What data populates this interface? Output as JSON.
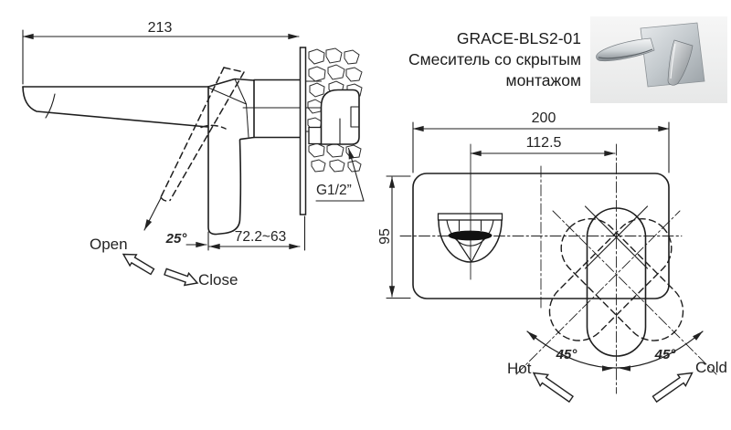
{
  "header": {
    "model": "GRACE-BLS2-01",
    "description_lines": [
      "Смеситель со скрытым",
      "монтажом"
    ]
  },
  "side_view": {
    "dim_total_length": "213",
    "dim_mounting_depth": "72.2~63",
    "open_angle": "25°",
    "label_open": "Open",
    "label_close": "Close",
    "thread_label": "G1/2”"
  },
  "front_view": {
    "dim_plate_width": "200",
    "dim_spout_to_handle": "112.5",
    "dim_plate_height": "95",
    "hot_angle": "45°",
    "cold_angle": "45°",
    "label_hot": "Hot",
    "label_cold": "Cold"
  },
  "icons": {
    "open_arrow": "outline-arrow-up-left",
    "close_arrow": "outline-arrow-down-right",
    "hot_arrow": "outline-arrow-up-left",
    "cold_arrow": "outline-arrow-up-right"
  },
  "colors": {
    "line": "#222222",
    "dim_text": "#2a2a2a",
    "background": "#ffffff",
    "photo_background": "#efefef",
    "chrome_light": "#f2f4f5",
    "chrome_dark": "#8a9095"
  }
}
